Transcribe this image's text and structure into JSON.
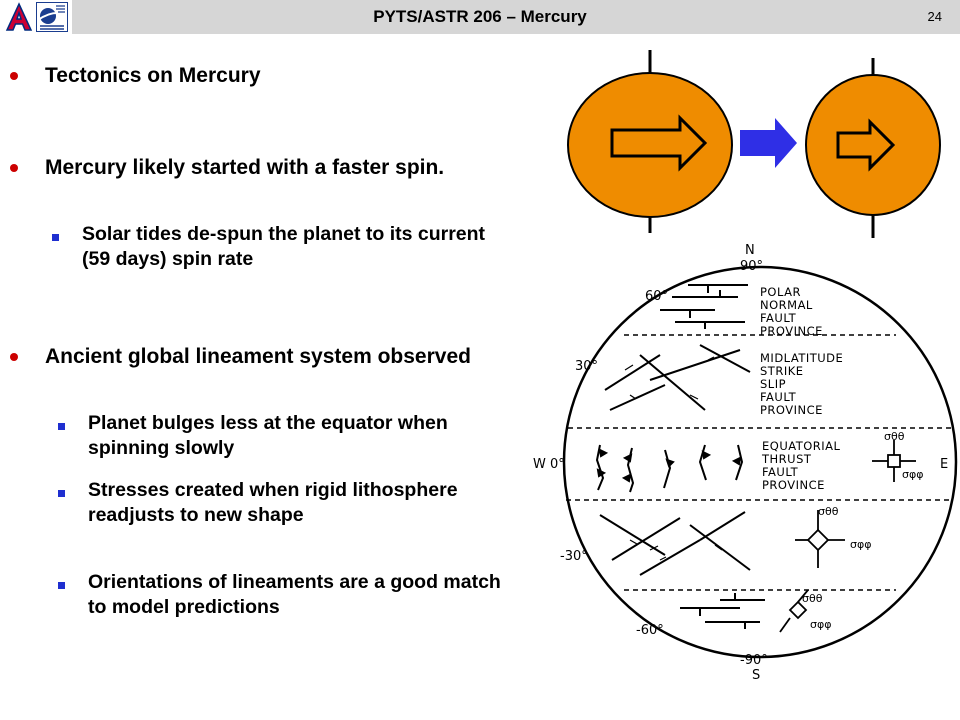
{
  "header": {
    "title": "PYTS/ASTR 206 – Mercury",
    "slide_number": "24"
  },
  "content": {
    "b1": "Tectonics on Mercury",
    "b2": "Mercury likely started with a faster spin.",
    "b2_sub1": "Solar tides de-spun the planet to its current (59 days) spin rate",
    "b3": "Ancient global lineament system observed",
    "b3_sub1": "Planet bulges less at the equator when spinning slowly",
    "b3_sub2": "Stresses created when rigid lithosphere readjusts to new shape",
    "b3_sub3": "Orientations of lineaments are a good match to model predictions"
  },
  "figure": {
    "north": "N",
    "south": "S",
    "lat_90n": "90°",
    "lat_60n": "60°",
    "lat_30n": "30°",
    "lat_0": "W 0°",
    "east": "E",
    "lat_m30": "-30°",
    "lat_m60": "-60°",
    "lat_m90": "-90°",
    "zone_polar": "POLAR\nNORMAL\nFAULT\nPROVINCE",
    "zone_mid": "MIDLATITUDE\nSTRIKE\nSLIP\nFAULT\nPROVINCE",
    "zone_eq": "EQUATORIAL\nTHRUST\nFAULT\nPROVINCE",
    "sigma_tt": "σθθ",
    "sigma_pp": "σφφ"
  },
  "colors": {
    "planet_fill": "#ef8c00",
    "arrow_blue": "#2f2fe6",
    "bullet_red": "#cc0000",
    "bullet_blue": "#1f2fd0",
    "header_band": "#d6d6d6"
  }
}
